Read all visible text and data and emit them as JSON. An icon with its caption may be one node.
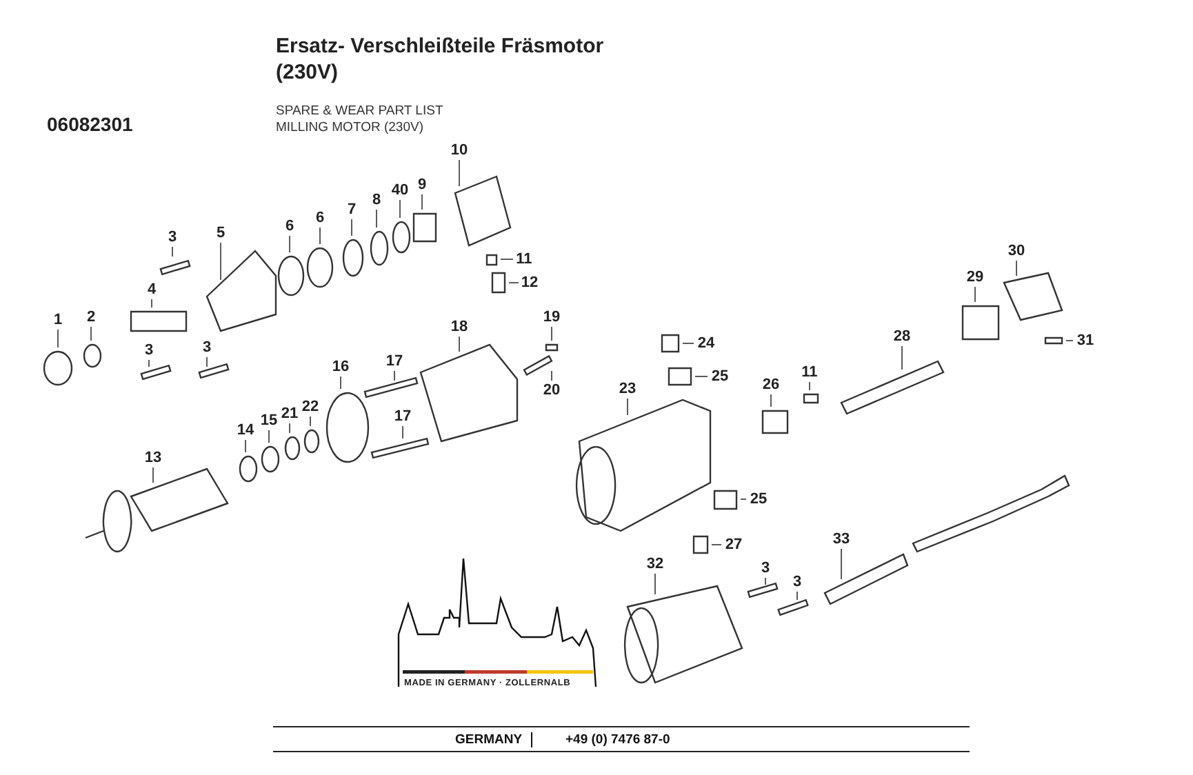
{
  "diagram": {
    "title": "Ersatz- Verschleißteile Fräsmotor (230V)",
    "nodes": [
      {
        "text": [
          "1"
        ]
      },
      {
        "text": [
          "2"
        ]
      },
      {
        "text": [
          "3"
        ]
      },
      {
        "text": [
          "5"
        ]
      },
      {
        "text": [
          "6"
        ]
      },
      {
        "text": [
          "6"
        ]
      },
      {
        "text": [
          "7"
        ]
      },
      {
        "text": [
          "8"
        ]
      },
      {
        "text": [
          "40"
        ]
      },
      {
        "text": [
          "9"
        ]
      },
      {
        "text": [
          "10"
        ]
      },
      {
        "text": [
          "11"
        ]
      },
      {
        "text": [
          "12"
        ]
      },
      {
        "text": [
          "4"
        ]
      },
      {
        "text": [
          "3"
        ]
      },
      {
        "text": [
          "3"
        ]
      },
      {
        "text": [
          "19"
        ]
      },
      {
        "text": [
          "18"
        ]
      },
      {
        "text": [
          "16"
        ]
      },
      {
        "text": [
          "17"
        ]
      },
      {
        "text": [
          "20"
        ]
      },
      {
        "text": [
          "17"
        ]
      },
      {
        "text": [
          "22"
        ]
      },
      {
        "text": [
          "21"
        ]
      },
      {
        "text": [
          "15"
        ]
      },
      {
        "text": [
          "14"
        ]
      },
      {
        "text": [
          "13"
        ]
      },
      {
        "text": [
          "24"
        ]
      },
      {
        "text": [
          "25"
        ]
      },
      {
        "text": [
          "23"
        ]
      },
      {
        "text": [
          "26"
        ]
      },
      {
        "text": [
          "11"
        ]
      },
      {
        "text": [
          "28"
        ]
      },
      {
        "text": [
          "29"
        ]
      },
      {
        "text": [
          "30"
        ]
      },
      {
        "text": [
          "31"
        ]
      },
      {
        "text": [
          "25"
        ]
      },
      {
        "text": [
          "27"
        ]
      },
      {
        "text": [
          "32"
        ]
      },
      {
        "text": [
          "3"
        ]
      },
      {
        "text": [
          "3"
        ]
      },
      {
        "text": [
          "33"
        ]
      },
      {
        "text": [],
        "shape": "circle"
      },
      {
        "text": [],
        "shape": "circle"
      },
      {
        "text": [],
        "shape": "bar"
      },
      {
        "text": [],
        "shape": "box"
      },
      {
        "text": [],
        "shape": "circle"
      },
      {
        "text": [],
        "shape": "circle"
      },
      {
        "text": [],
        "shape": "circle"
      },
      {
        "text": [],
        "shape": "circle"
      },
      {
        "text": [],
        "shape": "circle"
      },
      {
        "text": [],
        "shape": "box"
      },
      {
        "text": [],
        "shape": "box"
      },
      {
        "text": [],
        "shape": "box"
      },
      {
        "text": [],
        "shape": "box"
      },
      {
        "text": [],
        "shape": "box"
      },
      {
        "text": [],
        "shape": "bar"
      },
      {
        "text": [],
        "shape": "bar"
      },
      {
        "text": [],
        "shape": "box"
      },
      {
        "text": [],
        "shape": "box"
      },
      {
        "text": [],
        "shape": "circle"
      },
      {
        "text": [],
        "shape": "bar"
      },
      {
        "text": [],
        "shape": "bar"
      },
      {
        "text": [],
        "shape": "bar"
      },
      {
        "text": [],
        "shape": "circle"
      },
      {
        "text": [],
        "shape": "circle"
      },
      {
        "text": [],
        "shape": "circle"
      },
      {
        "text": [],
        "shape": "circle"
      },
      {
        "text": [],
        "shape": "box"
      },
      {
        "text": [],
        "shape": "box"
      },
      {
        "text": [],
        "shape": "box"
      },
      {
        "text": [],
        "shape": "box"
      },
      {
        "text": [],
        "shape": "box"
      },
      {
        "text": [],
        "shape": "box"
      },
      {
        "text": [],
        "shape": "box"
      },
      {
        "text": [],
        "shape": "box"
      },
      {
        "text": [],
        "shape": "box"
      },
      {
        "text": [],
        "shape": "bar"
      },
      {
        "text": [],
        "shape": "box"
      },
      {
        "text": [],
        "shape": "box"
      },
      {
        "text": [],
        "shape": "box"
      },
      {
        "text": [],
        "shape": "bar"
      },
      {
        "text": [],
        "shape": "bar"
      },
      {
        "text": [],
        "shape": "box"
      }
    ],
    "edges": [
      {
        "from": 0,
        "to": 42,
        "arrow": "none"
      },
      {
        "from": 1,
        "to": 43,
        "arrow": "none"
      },
      {
        "from": 2,
        "to": 44,
        "arrow": "none"
      },
      {
        "from": 3,
        "to": 45,
        "arrow": "none"
      },
      {
        "from": 4,
        "to": 46,
        "arrow": "none"
      },
      {
        "from": 5,
        "to": 47,
        "arrow": "none"
      },
      {
        "from": 6,
        "to": 48,
        "arrow": "none"
      },
      {
        "from": 7,
        "to": 49,
        "arrow": "none"
      },
      {
        "from": 8,
        "to": 50,
        "arrow": "none"
      },
      {
        "from": 9,
        "to": 51,
        "arrow": "none"
      },
      {
        "from": 10,
        "to": 52,
        "arrow": "none"
      },
      {
        "from": 11,
        "to": 53,
        "arrow": "none"
      },
      {
        "from": 12,
        "to": 54,
        "arrow": "none"
      },
      {
        "from": 13,
        "to": 55,
        "arrow": "none"
      },
      {
        "from": 14,
        "to": 56,
        "arrow": "none"
      },
      {
        "from": 15,
        "to": 57,
        "arrow": "none"
      },
      {
        "from": 16,
        "to": 58,
        "arrow": "none"
      },
      {
        "from": 17,
        "to": 59,
        "arrow": "none"
      },
      {
        "from": 18,
        "to": 60,
        "arrow": "none"
      },
      {
        "from": 19,
        "to": 61,
        "arrow": "none"
      },
      {
        "from": 20,
        "to": 62,
        "arrow": "none"
      },
      {
        "from": 21,
        "to": 63,
        "arrow": "none"
      },
      {
        "from": 22,
        "to": 64,
        "arrow": "none"
      },
      {
        "from": 23,
        "to": 65,
        "arrow": "none"
      },
      {
        "from": 24,
        "to": 66,
        "arrow": "none"
      },
      {
        "from": 25,
        "to": 67,
        "arrow": "none"
      },
      {
        "from": 26,
        "to": 68,
        "arrow": "none"
      },
      {
        "from": 27,
        "to": 69,
        "arrow": "none"
      },
      {
        "from": 28,
        "to": 70,
        "arrow": "none"
      },
      {
        "from": 29,
        "to": 71,
        "arrow": "none"
      },
      {
        "from": 30,
        "to": 72,
        "arrow": "none"
      },
      {
        "from": 31,
        "to": 73,
        "arrow": "none"
      },
      {
        "from": 32,
        "to": 74,
        "arrow": "none"
      },
      {
        "from": 33,
        "to": 75,
        "arrow": "none"
      },
      {
        "from": 34,
        "to": 76,
        "arrow": "none"
      },
      {
        "from": 35,
        "to": 77,
        "arrow": "none"
      },
      {
        "from": 36,
        "to": 78,
        "arrow": "none"
      },
      {
        "from": 37,
        "to": 79,
        "arrow": "none"
      },
      {
        "from": 38,
        "to": 80,
        "arrow": "none"
      },
      {
        "from": 39,
        "to": 81,
        "arrow": "none"
      },
      {
        "from": 40,
        "to": 82,
        "arrow": "none"
      },
      {
        "from": 41,
        "to": 83,
        "arrow": "none"
      }
    ],
    "labels": [
      "06082301",
      "SPARE & WEAR PART LIST",
      "MILLING MOTOR (230V)",
      "MADE IN GERMANY · ZOLLERNALB",
      "GERMANY",
      "+49 (0) 7476 87-0"
    ]
  }
}
